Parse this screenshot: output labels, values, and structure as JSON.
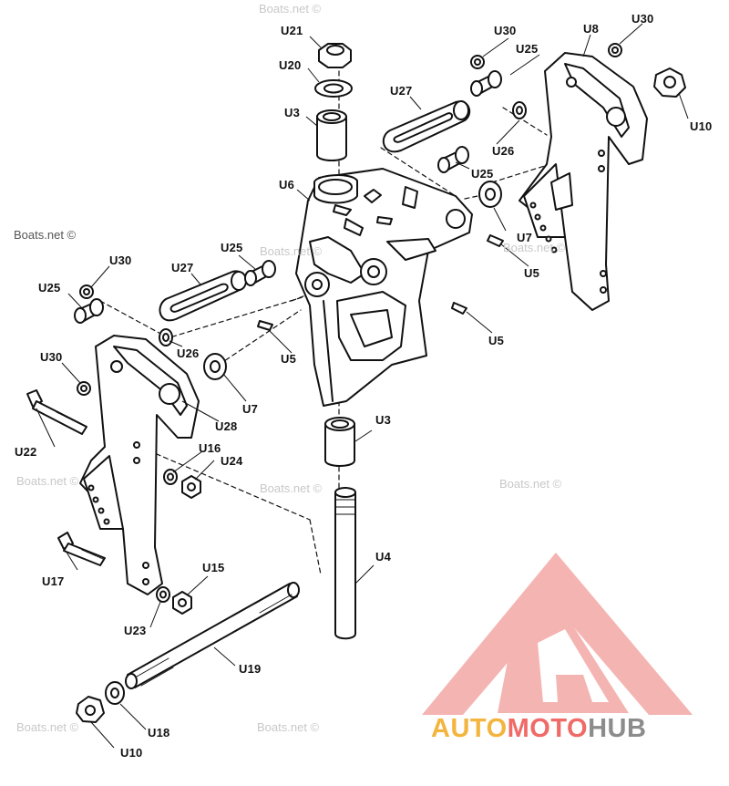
{
  "diagram": {
    "callouts": [
      {
        "id": "u21",
        "text": "U21"
      },
      {
        "id": "u20",
        "text": "U20"
      },
      {
        "id": "u3-top",
        "text": "U3"
      },
      {
        "id": "u6",
        "text": "U6"
      },
      {
        "id": "u30-top",
        "text": "U30"
      },
      {
        "id": "u25-top",
        "text": "U25"
      },
      {
        "id": "u8",
        "text": "U8"
      },
      {
        "id": "u30-right",
        "text": "U30"
      },
      {
        "id": "u10-right",
        "text": "U10"
      },
      {
        "id": "u27-top",
        "text": "U27"
      },
      {
        "id": "u26-top",
        "text": "U26"
      },
      {
        "id": "u25-mid",
        "text": "U25"
      },
      {
        "id": "u7-right",
        "text": "U7"
      },
      {
        "id": "u5-right",
        "text": "U5"
      },
      {
        "id": "u5-mid",
        "text": "U5"
      },
      {
        "id": "u30-left",
        "text": "U30"
      },
      {
        "id": "u25-left-top",
        "text": "U25"
      },
      {
        "id": "u27-left",
        "text": "U27"
      },
      {
        "id": "u25-left",
        "text": "U25"
      },
      {
        "id": "u26-left",
        "text": "U26"
      },
      {
        "id": "u5-left",
        "text": "U5"
      },
      {
        "id": "u30-left2",
        "text": "U30"
      },
      {
        "id": "u7-left",
        "text": "U7"
      },
      {
        "id": "u28",
        "text": "U28"
      },
      {
        "id": "u22",
        "text": "U22"
      },
      {
        "id": "u16",
        "text": "U16"
      },
      {
        "id": "u24",
        "text": "U24"
      },
      {
        "id": "u3-bottom",
        "text": "U3"
      },
      {
        "id": "u4",
        "text": "U4"
      },
      {
        "id": "u17",
        "text": "U17"
      },
      {
        "id": "u15",
        "text": "U15"
      },
      {
        "id": "u23",
        "text": "U23"
      },
      {
        "id": "u19",
        "text": "U19"
      },
      {
        "id": "u18",
        "text": "U18"
      },
      {
        "id": "u10-bottom",
        "text": "U10"
      }
    ]
  },
  "watermarks": {
    "text": "Boats.net ©"
  },
  "brand": {
    "part1": "AUTO",
    "part2": "MOTO",
    "part3": "HUB",
    "colors": {
      "yellow": "#f3b53d",
      "red": "#f06a67",
      "gray": "#8c8c8c"
    }
  }
}
